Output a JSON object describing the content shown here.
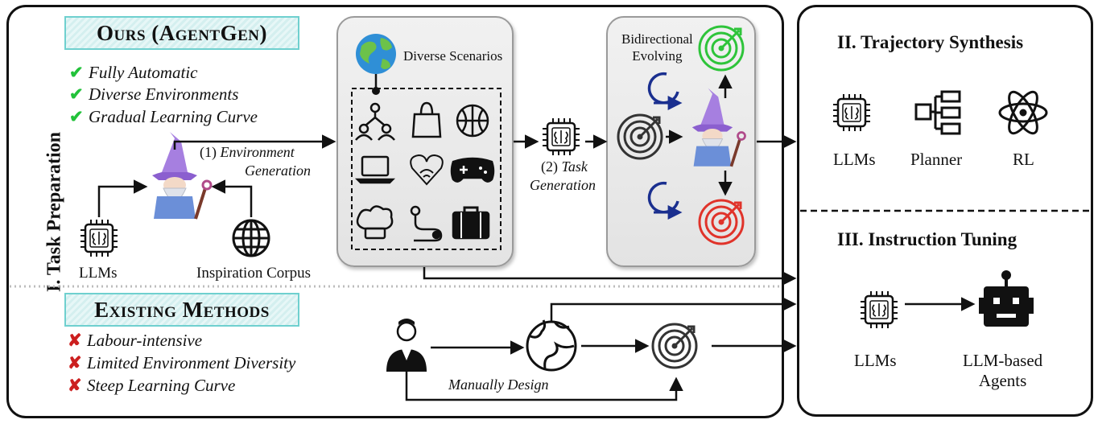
{
  "left_panel": {
    "vertical_label": "I. Task Preparation",
    "ours": {
      "title": "Ours (AgentGen)",
      "items": [
        "Fully Automatic",
        "Diverse Environments",
        "Gradual Learning Curve"
      ]
    },
    "env_gen_label_num": "(1) ",
    "env_gen_label_a": "Environment",
    "env_gen_label_b": "Generation",
    "llms_label": "LLMs",
    "corpus_label": "Inspiration Corpus",
    "scenarios_label": "Diverse Scenarios",
    "task_gen_label_num": "(2) ",
    "task_gen_label_a": "Task",
    "task_gen_label_b": "Generation",
    "bidir_label_a": "Bidirectional",
    "bidir_label_b": "Evolving",
    "existing": {
      "title": "Existing Methods",
      "items": [
        "Labour-intensive",
        "Limited Environment Diversity",
        "Steep Learning Curve"
      ]
    },
    "manual_label": "Manually Design"
  },
  "right_panel": {
    "trajectory_title": "II. Trajectory Synthesis",
    "trajectory_items": [
      "LLMs",
      "Planner",
      "RL"
    ],
    "instruction_title": "III. Instruction Tuning",
    "instr_llms": "LLMs",
    "instr_agents_a": "LLM-based",
    "instr_agents_b": "Agents"
  },
  "colors": {
    "check": "#22c23a",
    "cross": "#cc1f1f",
    "teal_box": "#6fd0cf",
    "wizard": "#9b6fd6",
    "target_green": "#2ec43a",
    "target_red": "#e0332a",
    "loop_blue": "#1a2f8f"
  },
  "icons": [
    "check-icon",
    "cross-icon",
    "wizard-icon",
    "chip-icon",
    "globe-icon",
    "earth-icon",
    "people-icon",
    "bag-icon",
    "ball-icon",
    "laptop-icon",
    "heart-icon",
    "gamepad-icon",
    "chef-icon",
    "route-icon",
    "suitcase-icon",
    "target-icon",
    "loop-icon",
    "planner-icon",
    "atom-icon",
    "robot-icon",
    "person-icon"
  ]
}
